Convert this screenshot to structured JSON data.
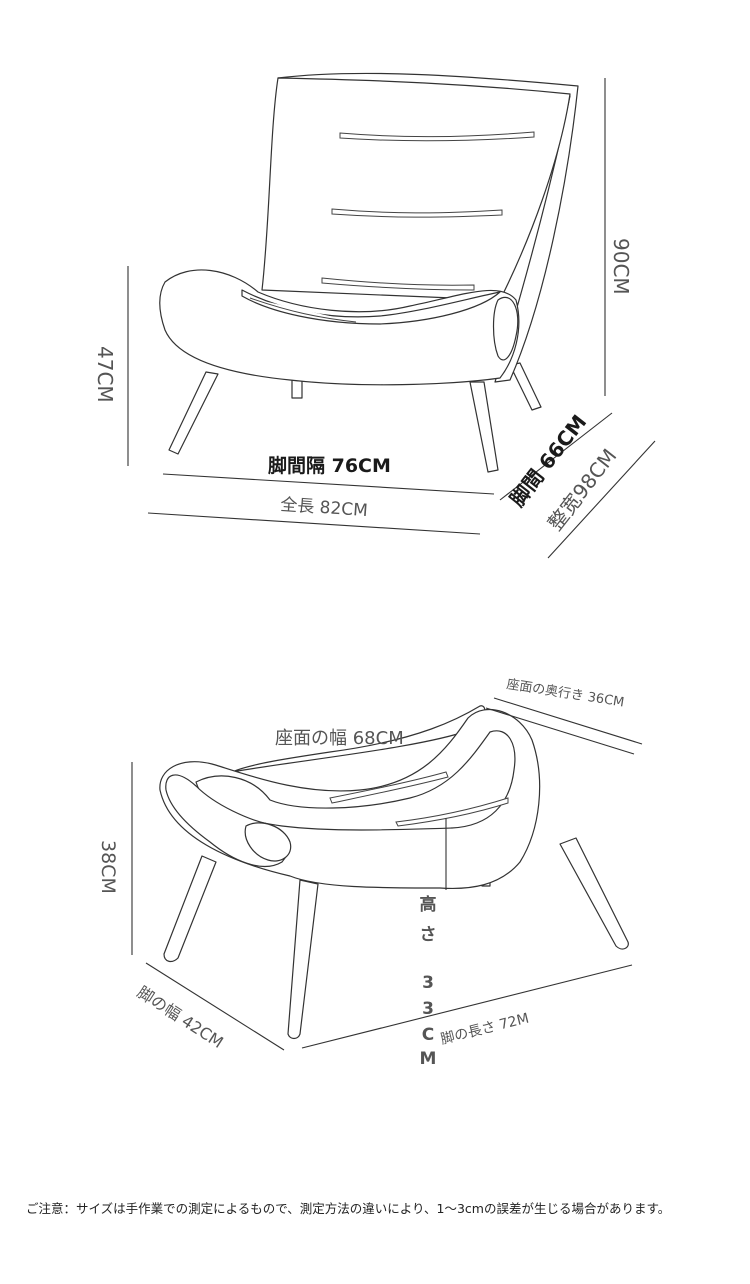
{
  "chair": {
    "height_label": "90CM",
    "seat_height_label": "47CM",
    "leg_spacing_label": "脚間隔 76CM",
    "total_length_label": "全長 82CM",
    "leg_depth_label": "脚間 66CM",
    "total_width_label": "整宽98CM"
  },
  "ottoman": {
    "seat_depth_label": "座面の奥行き 36CM",
    "seat_width_label": "座面の幅 68CM",
    "height_label": "38CM",
    "leg_width_label": "脚の幅 42CM",
    "leg_length_label": "脚の長さ 72M",
    "inner_height_label": "高さ",
    "inner_height_value": [
      "3",
      "3",
      "C",
      "M"
    ]
  },
  "note": "ご注意：サイズは手作業での測定によるもので、測定方法の違いにより、1〜3cmの誤差が生じる場合があります。"
}
